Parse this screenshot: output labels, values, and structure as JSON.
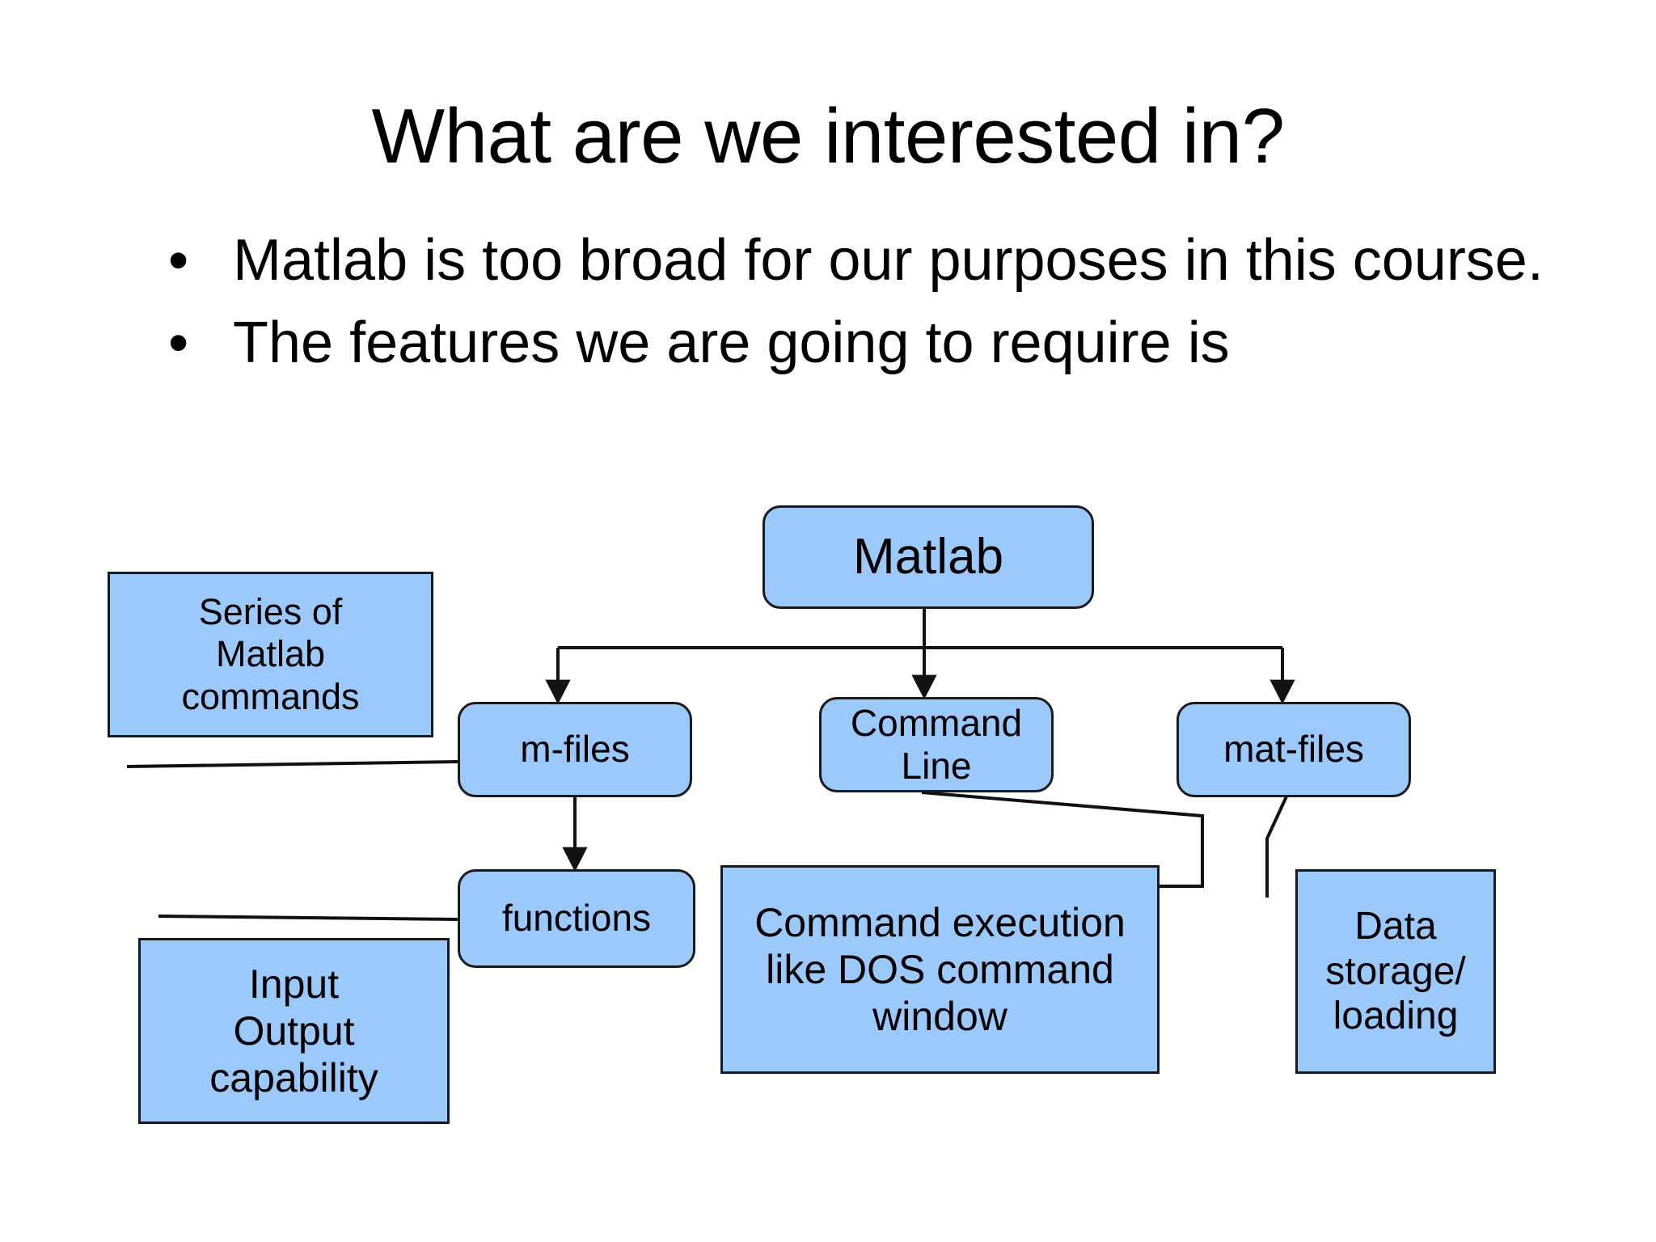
{
  "slide": {
    "title": "What are we interested in?",
    "bullets": [
      {
        "marker": "•",
        "text": "Matlab is too broad for our purposes in this course."
      },
      {
        "marker": "•",
        "text": "The features we are going to require is"
      }
    ]
  },
  "diagram": {
    "type": "tree",
    "root": "Matlab",
    "accent_fill": "#9CC9FB",
    "stroke": "#1A1A1A",
    "background": "#FFFFFF",
    "nodes": [
      {
        "id": "matlab",
        "label": "Matlab",
        "shape": "rounded-rect"
      },
      {
        "id": "series",
        "label": "Series of\nMatlab\ncommands",
        "shape": "rect"
      },
      {
        "id": "m-files",
        "label": "m-files",
        "shape": "rounded-rect"
      },
      {
        "id": "command-line",
        "label": "Command\nLine",
        "shape": "rounded-rect"
      },
      {
        "id": "mat-files",
        "label": "mat-files",
        "shape": "rounded-rect"
      },
      {
        "id": "functions",
        "label": "functions",
        "shape": "rounded-rect"
      },
      {
        "id": "command-exec",
        "label": "Command execution\nlike DOS command\nwindow",
        "shape": "rect"
      },
      {
        "id": "data-storage",
        "label": "Data\nstorage/\nloading",
        "shape": "rect"
      },
      {
        "id": "input-output",
        "label": "Input\nOutput\ncapability",
        "shape": "rect"
      }
    ],
    "edges": [
      {
        "from": "matlab",
        "to": "m-files",
        "arrow": true
      },
      {
        "from": "matlab",
        "to": "command-line",
        "arrow": true
      },
      {
        "from": "matlab",
        "to": "mat-files",
        "arrow": true
      },
      {
        "from": "m-files",
        "to": "functions",
        "arrow": true
      },
      {
        "from": "series",
        "to": "m-files",
        "arrow": false
      },
      {
        "from": "input-output",
        "to": "functions",
        "arrow": false
      },
      {
        "from": "command-line",
        "to": "command-exec",
        "arrow": false
      },
      {
        "from": "mat-files",
        "to": "data-storage",
        "arrow": false
      }
    ],
    "labels": {
      "matlab": "Matlab",
      "series_line1": "Series of",
      "series_line2": "Matlab",
      "series_line3": "commands",
      "m_files": "m-files",
      "command_line_line1": "Command",
      "command_line_line2": "Line",
      "mat_files": "mat-files",
      "functions": "functions",
      "command_exec_line1": "Command execution",
      "command_exec_line2": "like DOS command",
      "command_exec_line3": "window",
      "data_storage_line1": "Data",
      "data_storage_line2": "storage/",
      "data_storage_line3": "loading",
      "input_output_line1": "Input",
      "input_output_line2": "Output",
      "input_output_line3": "capability"
    }
  }
}
